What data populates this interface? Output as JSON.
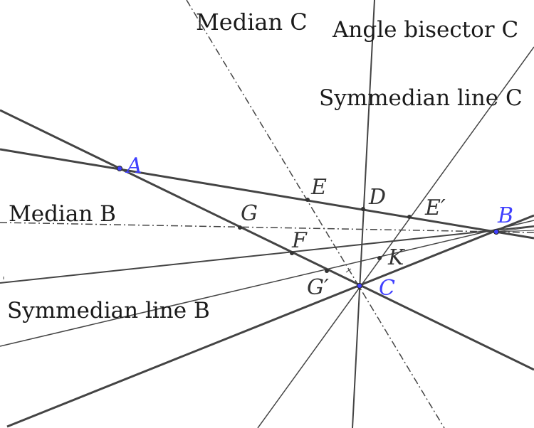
{
  "labels": {
    "median_c": "Median C",
    "angle_bisector_c": "Angle bisector C",
    "symmedian_line_c": "Symmedian line C",
    "median_b": "Median B",
    "symmedian_line_b": "Symmedian line B"
  },
  "points": {
    "A": "A",
    "B": "B",
    "C": "C",
    "D": "D",
    "E": "E",
    "E_prime": "E′",
    "F": "F",
    "G": "G",
    "G_prime": "G′",
    "K": "K"
  },
  "colors": {
    "line": "#444444",
    "vertex": "#4040ff",
    "point": "#333333"
  }
}
